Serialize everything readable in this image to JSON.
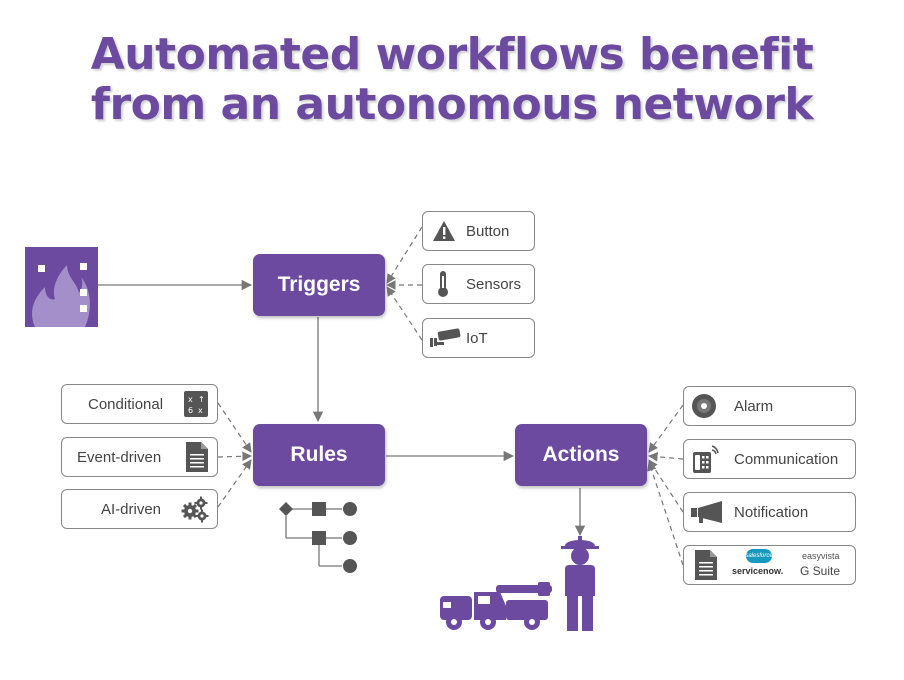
{
  "title": {
    "line1": "Automated workflows benefit",
    "line2": "from an autonomous network"
  },
  "nodes": {
    "triggers": "Triggers",
    "rules": "Rules",
    "actions": "Actions"
  },
  "triggers": [
    {
      "label": "Button",
      "icon": "warning-icon"
    },
    {
      "label": "Sensors",
      "icon": "thermometer-icon"
    },
    {
      "label": "IoT",
      "icon": "camera-icon"
    }
  ],
  "rules": [
    {
      "label": "Conditional",
      "icon": "formula-icon"
    },
    {
      "label": "Event-driven",
      "icon": "document-icon"
    },
    {
      "label": "AI-driven",
      "icon": "gears-icon"
    }
  ],
  "actions": [
    {
      "label": "Alarm",
      "icon": "alarm-icon"
    },
    {
      "label": "Communication",
      "icon": "phone-icon"
    },
    {
      "label": "Notification",
      "icon": "megaphone-icon"
    }
  ],
  "integrations": {
    "icon": "document-icon",
    "salesforce": "salesforce",
    "servicenow": "servicenow.",
    "easyvista": "easyvista",
    "gsuite": "G Suite"
  },
  "colors": {
    "purple": "#6b4aa0",
    "light_purple": "#a58fcb",
    "gray_icon": "#555555",
    "line": "#777777"
  }
}
